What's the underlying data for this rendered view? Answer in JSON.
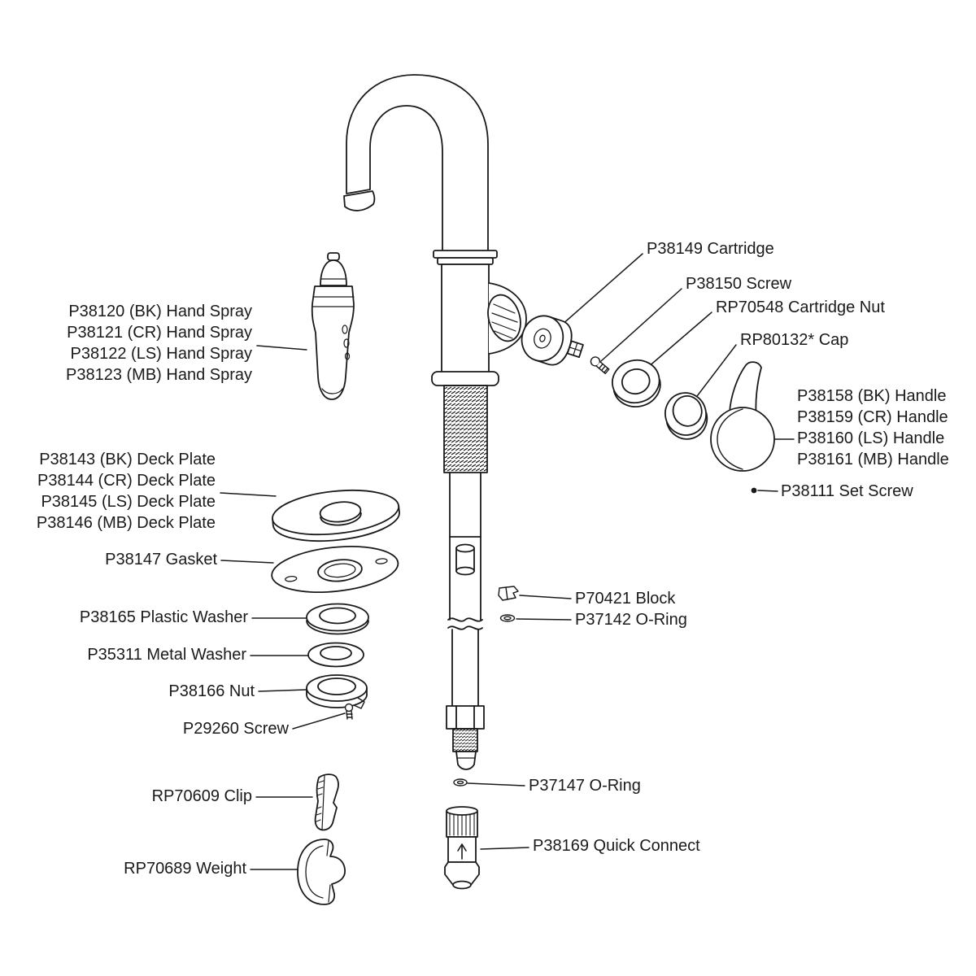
{
  "diagram": {
    "background": "#ffffff",
    "line_color": "#1a1a1a"
  },
  "labels": {
    "hand_spray": [
      "P38120 (BK) Hand Spray",
      "P38121 (CR) Hand Spray",
      "P38122 (LS) Hand Spray",
      "P38123 (MB) Hand Spray"
    ],
    "deck_plate": [
      "P38143 (BK) Deck Plate",
      "P38144 (CR) Deck Plate",
      "P38145 (LS) Deck Plate",
      "P38146 (MB) Deck Plate"
    ],
    "gasket": "P38147 Gasket",
    "plastic_washer": "P38165 Plastic Washer",
    "metal_washer": "P35311 Metal Washer",
    "nut": "P38166 Nut",
    "screw_lower": "P29260 Screw",
    "clip": "RP70609 Clip",
    "weight": "RP70689 Weight",
    "cartridge": "P38149 Cartridge",
    "screw_upper": "P38150 Screw",
    "cartridge_nut": "RP70548 Cartridge Nut",
    "cap": "RP80132* Cap",
    "handle": [
      "P38158 (BK) Handle",
      "P38159 (CR) Handle",
      "P38160 (LS) Handle",
      "P38161 (MB) Handle"
    ],
    "set_screw": "P38111 Set Screw",
    "block": "P70421 Block",
    "o_ring_upper": "P37142 O-Ring",
    "o_ring_lower": "P37147 O-Ring",
    "quick_connect": "P38169 Quick Connect"
  }
}
